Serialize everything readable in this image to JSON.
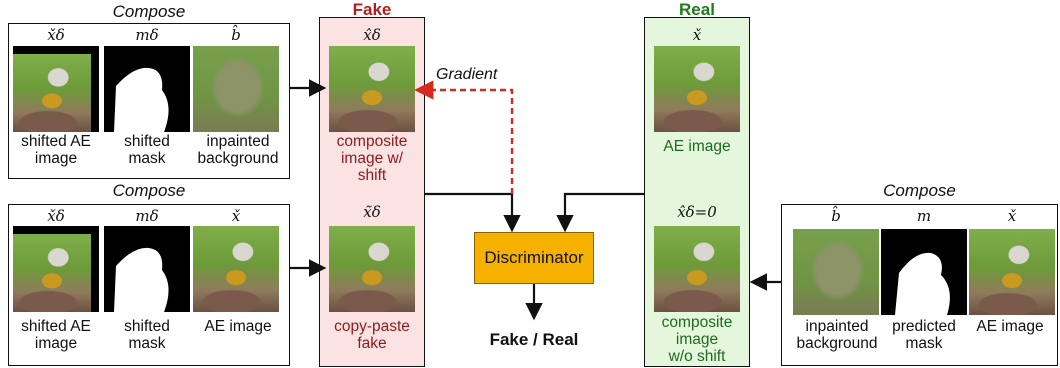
{
  "compose_top": {
    "title": "Compose",
    "symbols": [
      "x̌δ",
      "mδ",
      "b̂"
    ],
    "labels": [
      "shifted AE\nimage",
      "shifted\nmask",
      "inpainted\nbackground"
    ]
  },
  "compose_bottom": {
    "title": "Compose",
    "symbols": [
      "x̌δ",
      "mδ",
      "x̌"
    ],
    "labels": [
      "shifted AE\nimage",
      "shifted\nmask",
      "AE image"
    ]
  },
  "compose_right": {
    "title": "Compose",
    "symbols": [
      "b̂",
      "m",
      "x̌"
    ],
    "labels": [
      "inpainted\nbackground",
      "predicted\nmask",
      "AE image"
    ]
  },
  "fake": {
    "title": "Fake",
    "title_color": "#b01e1e",
    "top_symbol": "x̂δ",
    "top_label": "composite\nimage w/\nshift",
    "bottom_symbol": "x̃δ",
    "bottom_label": "copy-paste\nfake",
    "label_color": "#8a1c1c"
  },
  "real": {
    "title": "Real",
    "title_color": "#1e7a1e",
    "top_symbol": "x̌",
    "top_label": "AE image",
    "bottom_symbol": "x̂δ=0",
    "bottom_label": "composite\nimage\nw/o shift",
    "label_color": "#1e6a1e"
  },
  "gradient_label": "Gradient",
  "gradient_color": "#d42a1f",
  "discriminator_label": "Discriminator",
  "output_label": "Fake / Real"
}
